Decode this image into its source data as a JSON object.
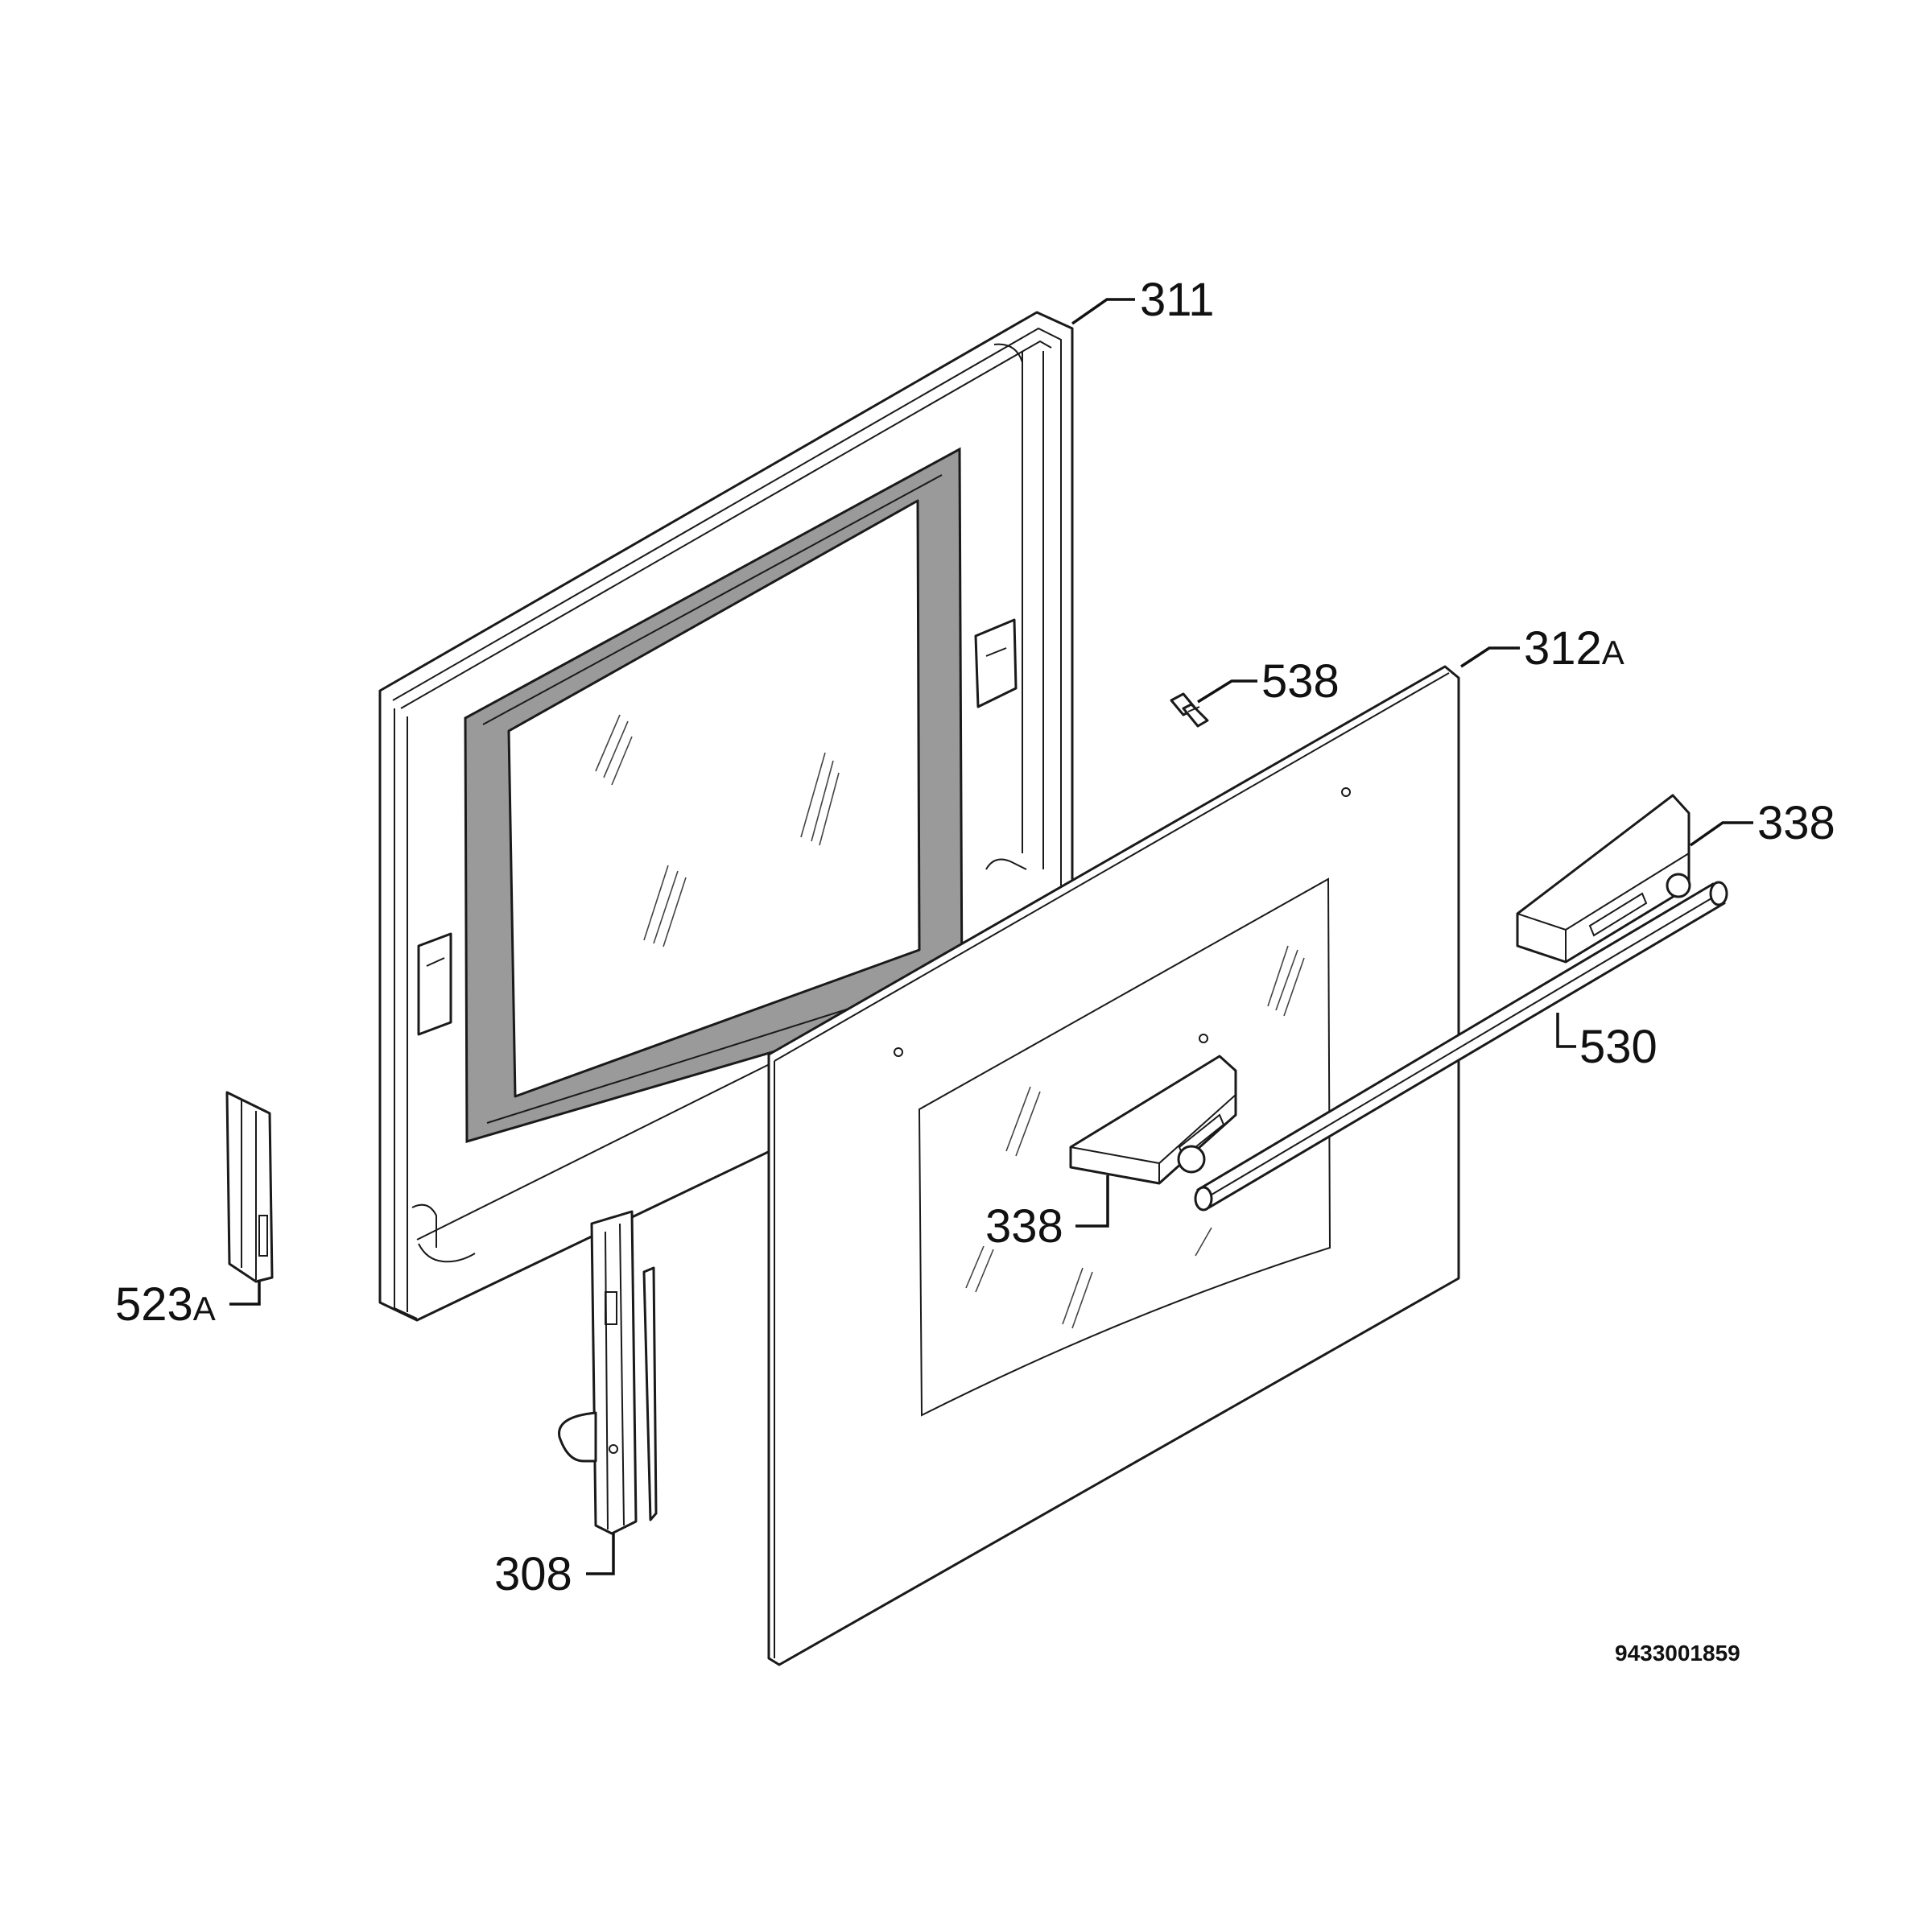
{
  "diagram": {
    "parts": [
      {
        "id": "p311",
        "number": "311",
        "suffix": ""
      },
      {
        "id": "p312a",
        "number": "312",
        "suffix": "A"
      },
      {
        "id": "p538",
        "number": "538",
        "suffix": ""
      },
      {
        "id": "p338-right",
        "number": "338",
        "suffix": ""
      },
      {
        "id": "p530",
        "number": "530",
        "suffix": ""
      },
      {
        "id": "p338-center",
        "number": "338",
        "suffix": ""
      },
      {
        "id": "p523a",
        "number": "523",
        "suffix": "A"
      },
      {
        "id": "p308",
        "number": "308",
        "suffix": ""
      }
    ],
    "document_number": "9433001859"
  }
}
